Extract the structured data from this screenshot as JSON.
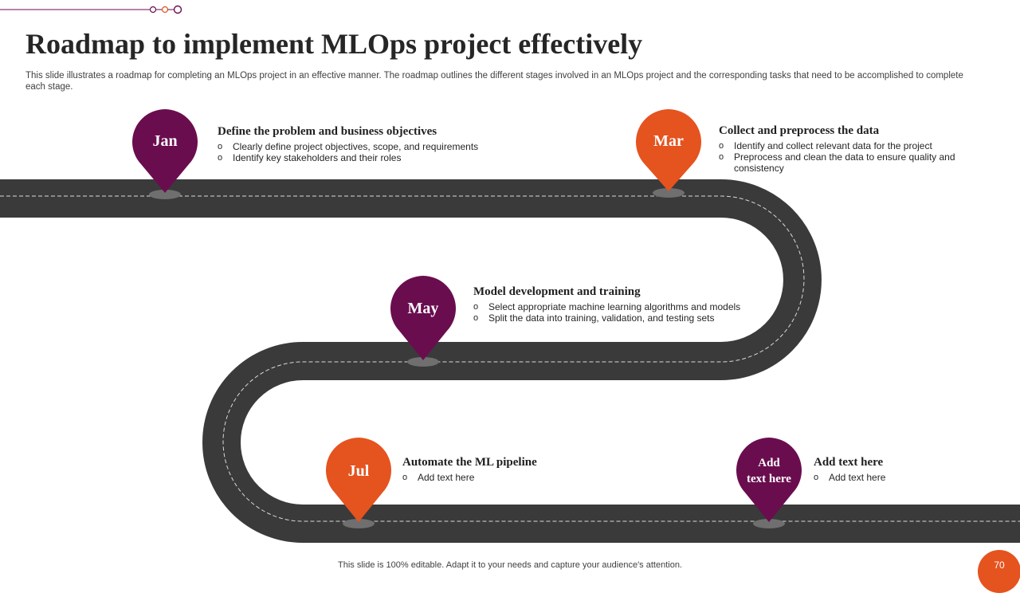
{
  "slide": {
    "title": "Roadmap to implement MLOps project effectively",
    "subtitle": "This slide illustrates a roadmap for completing an MLOps project in an effective manner. The roadmap outlines the different stages involved in an MLOps project and the corresponding tasks that need to be accomplished to complete each stage.",
    "footer": "This slide is 100% editable. Adapt it to your needs and capture your audience's attention.",
    "page_number": "70"
  },
  "colors": {
    "purple": "#6a0d4f",
    "orange": "#e5531f",
    "road": "#3a3a3a",
    "title": "#262626"
  },
  "milestones": [
    {
      "label": "Jan",
      "color": "purple",
      "heading": "Define the problem  and business objectives",
      "bullets": [
        "Clearly define project objectives, scope, and requirements",
        "Identify key stakeholders and their roles"
      ]
    },
    {
      "label": "Mar",
      "color": "orange",
      "heading": "Collect and preprocess the data",
      "bullets": [
        "Identify and collect relevant data for the project",
        "Preprocess and clean the data to  ensure quality and consistency"
      ]
    },
    {
      "label": "May",
      "color": "purple",
      "heading": "Model development and training",
      "bullets": [
        "Select appropriate machine learning algorithms and models",
        "Split the data into training, validation, and testing sets"
      ]
    },
    {
      "label": "Jul",
      "color": "orange",
      "heading": "Automate the ML pipeline",
      "bullets": [
        "Add text here"
      ]
    },
    {
      "label_line1": "Add",
      "label_line2": "text here",
      "color": "purple",
      "heading": "Add text here",
      "bullets": [
        "Add text here"
      ]
    }
  ]
}
